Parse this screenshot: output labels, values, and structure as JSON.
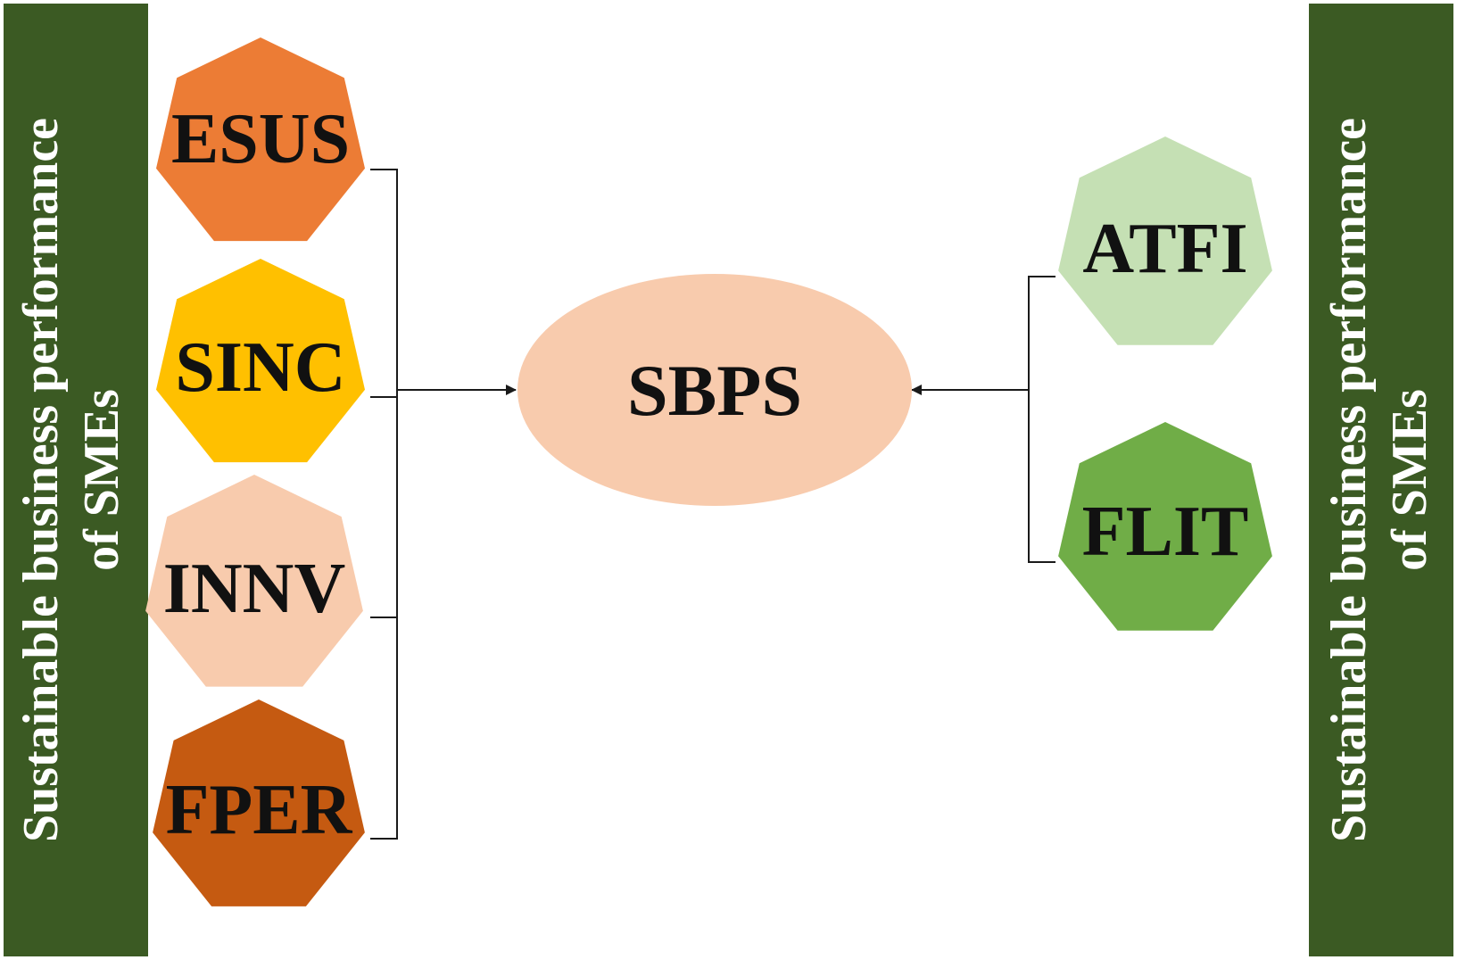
{
  "banners": {
    "left": {
      "line1": "Sustainable business performance",
      "line2": "of SMEs",
      "color": "#3b5a23"
    },
    "right": {
      "line1": "Sustainable business performance",
      "line2": "of SMEs",
      "color": "#3b5a23"
    }
  },
  "nodes": {
    "esus": {
      "label": "ESUS",
      "color": "#ec7c35"
    },
    "sinc": {
      "label": "SINC",
      "color": "#ffc000"
    },
    "innv": {
      "label": "INNV",
      "color": "#f8cbad"
    },
    "fper": {
      "label": "FPER",
      "color": "#c55a11"
    },
    "atfi": {
      "label": "ATFI",
      "color": "#c5e0b4"
    },
    "flit": {
      "label": "FLIT",
      "color": "#70ad47"
    }
  },
  "center": {
    "label": "SBPS",
    "color": "#f8cbad"
  }
}
